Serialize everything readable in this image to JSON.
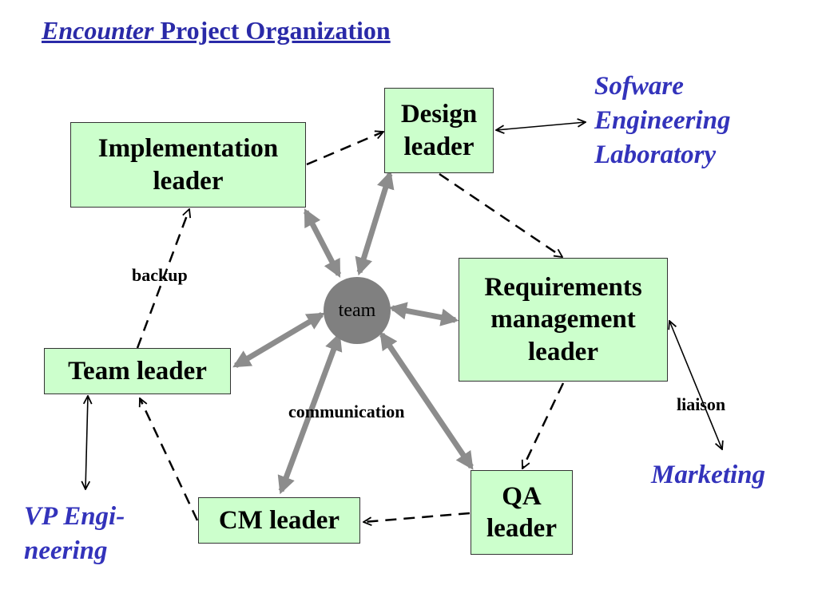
{
  "title": {
    "italic_part": "Encounter",
    "rest": "Project Organization"
  },
  "boxes": {
    "implementation": [
      "Implementation",
      "leader"
    ],
    "design": [
      "Design",
      "leader"
    ],
    "requirements": [
      "Requirements",
      "management",
      "leader"
    ],
    "team": [
      "Team leader"
    ],
    "cm": [
      "CM leader"
    ],
    "qa": [
      "QA",
      "leader"
    ]
  },
  "center": "team",
  "external": {
    "sel": [
      "Sofware",
      "Engineering",
      "Laboratory"
    ],
    "marketing": [
      "Marketing"
    ],
    "vp": [
      "VP Engi-",
      "neering"
    ]
  },
  "labels": {
    "backup": "backup",
    "communication": "communication",
    "liaison": "liaison"
  },
  "colors": {
    "box_fill": "#ccffcc",
    "external_text": "#3333bb",
    "title": "#2a2aa8",
    "hub": "#808080",
    "spoke": "#8c8c8c"
  }
}
